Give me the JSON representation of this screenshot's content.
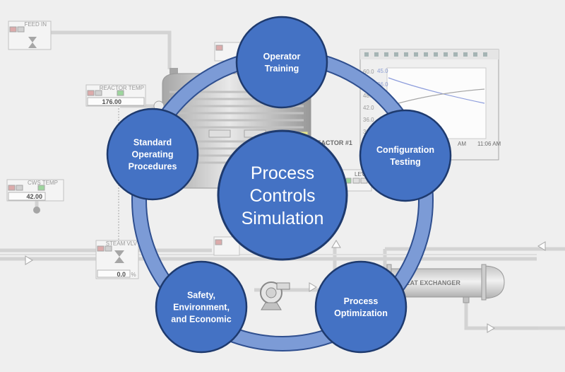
{
  "center": {
    "lines": [
      "Process",
      "Controls",
      "Simulation"
    ]
  },
  "nodes": [
    {
      "id": "operator-training",
      "lines": [
        "Operator",
        "Training"
      ]
    },
    {
      "id": "configuration-testing",
      "lines": [
        "Configuration",
        "Testing"
      ]
    },
    {
      "id": "process-optimization",
      "lines": [
        "Process",
        "Optimization"
      ]
    },
    {
      "id": "safety-environment-economic",
      "lines": [
        "Safety,",
        "Environment,",
        "and Economic"
      ]
    },
    {
      "id": "standard-operating-procedures",
      "lines": [
        "Standard",
        "Operating",
        "Procedures"
      ]
    }
  ],
  "background": {
    "feed_in_label": "FEED IN",
    "reactor_temp_label": "REACTOR TEMP",
    "reactor_temp_value": "176.00",
    "cws_temp_label": "CWS TEMP",
    "cws_temp_value": "42.00",
    "steam_vlv_label": "STEAM VLV",
    "steam_vlv_value": "0.0",
    "steam_vlv_unit": "%",
    "reactor_label": "REACTOR #1",
    "level_label": "LEVE",
    "heat_exchanger_label": "HEAT EXCHANGER",
    "trend_axis_labels": [
      "60.0",
      "54.0",
      "48.0",
      "42.0",
      "36.0",
      "30.0"
    ],
    "trend_top_value": "45.0",
    "trend_mid_value": "36.0",
    "trend_time_labels": [
      "AM",
      "11:06 AM"
    ]
  },
  "colors": {
    "node_fill": "#4472c4",
    "node_stroke": "#1e3a6e",
    "ring": "#7c9bd6",
    "ring_edge": "#2f4f8f"
  }
}
